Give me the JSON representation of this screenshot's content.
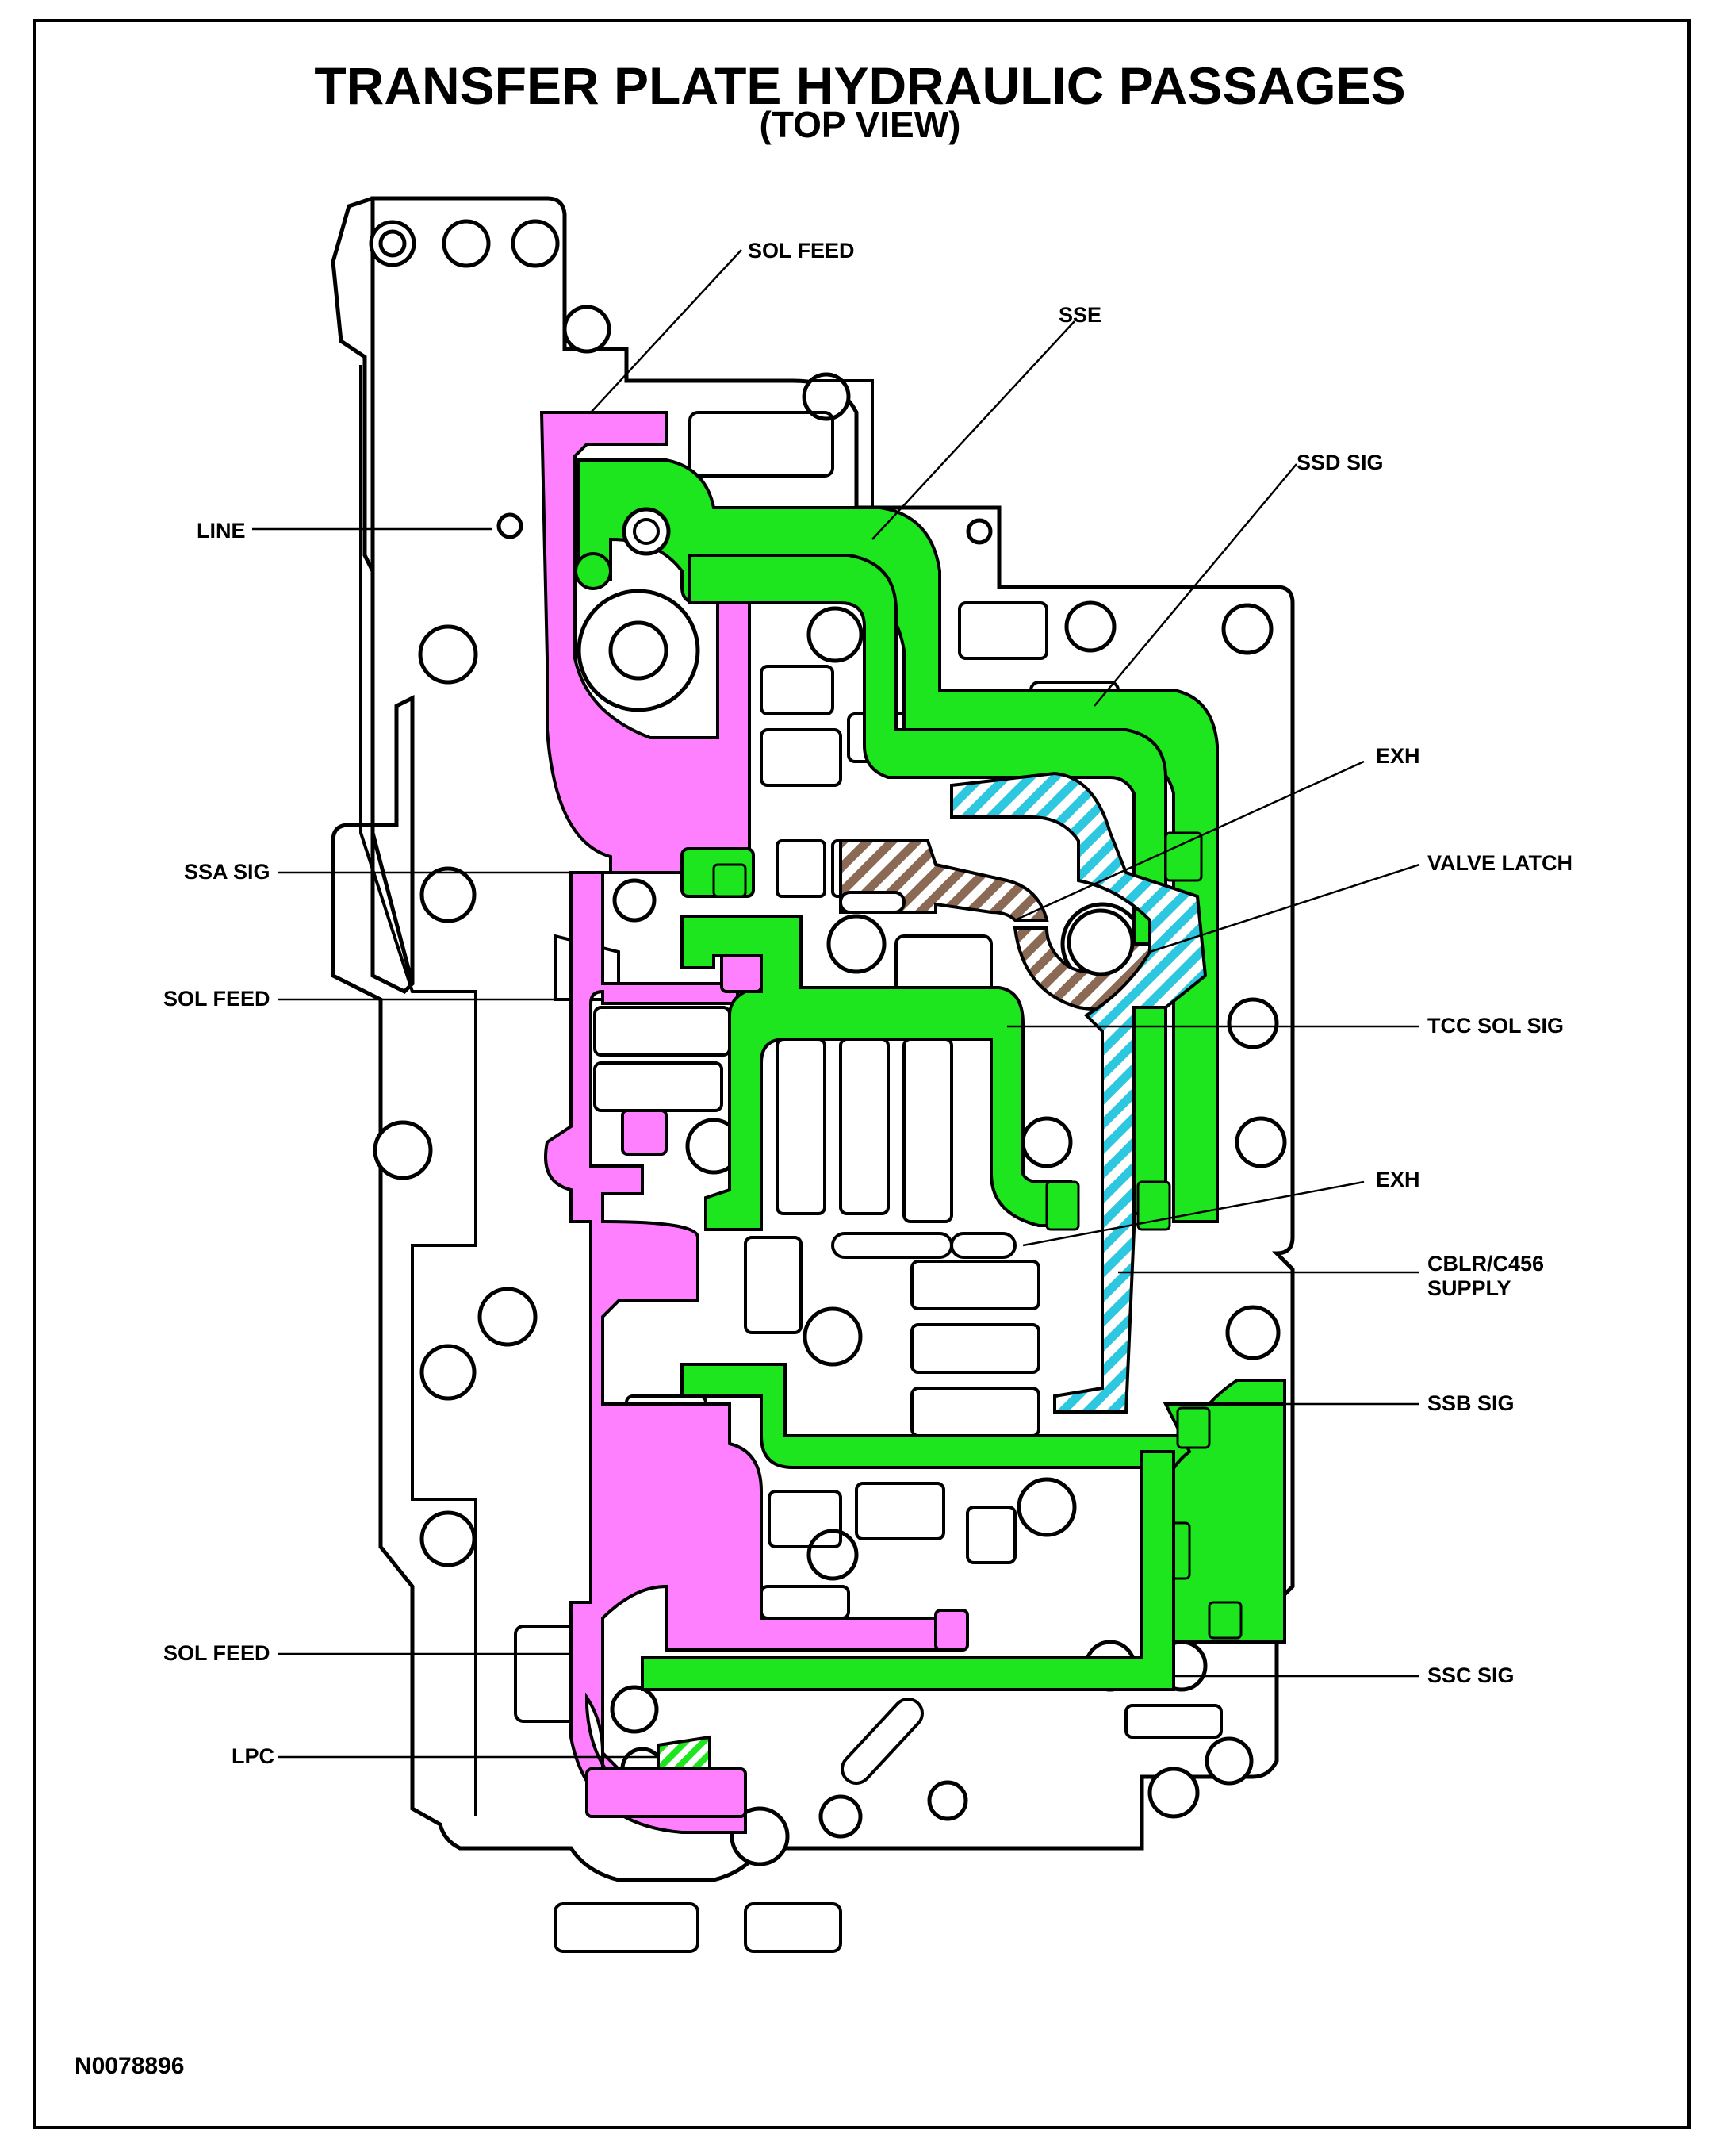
{
  "title": "TRANSFER PLATE HYDRAULIC PASSAGES",
  "subtitle": "(TOP VIEW)",
  "figure_id": "N0078896",
  "colors": {
    "sol_feed": "#ff80ff",
    "signal": "#1ee61e",
    "exhaust_hatch": "#8b6a55",
    "supply_hatch": "#2ec7e0",
    "lpc_hatch": "#1ee61e",
    "outline": "#000000"
  },
  "labels": {
    "sol_feed_top": "SOL FEED",
    "sse": "SSE",
    "ssd_sig": "SSD SIG",
    "line": "LINE",
    "exh_top": "EXH",
    "valve_latch": "VALVE LATCH",
    "ssa_sig": "SSA SIG",
    "sol_feed_mid": "SOL FEED",
    "tcc_sol_sig": "TCC SOL SIG",
    "exh_bottom": "EXH",
    "cblr_line1": "CBLR/C456",
    "cblr_line2": "SUPPLY",
    "ssb_sig": "SSB SIG",
    "sol_feed_bottom": "SOL FEED",
    "ssc_sig": "SSC SIG",
    "lpc": "LPC"
  }
}
